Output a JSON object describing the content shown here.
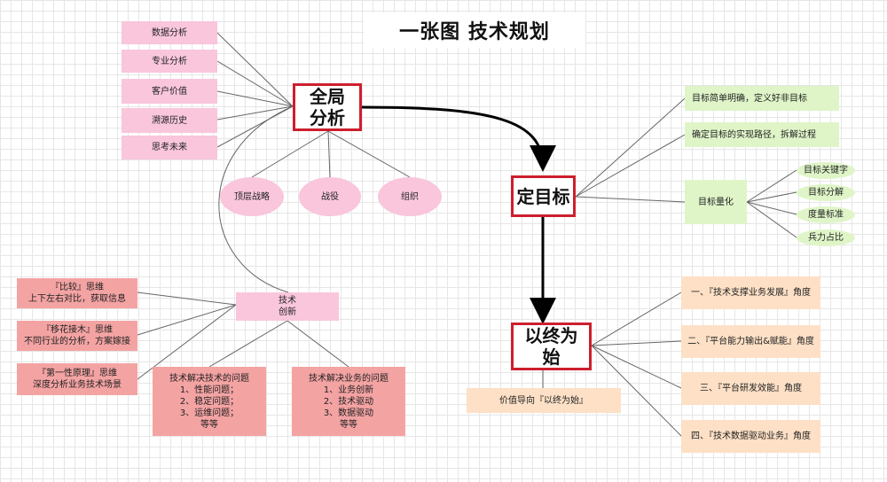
{
  "title": "一张图 技术规划",
  "hubs": {
    "global": "全局\n分析",
    "goal": "定目标",
    "end": "以终为\n始"
  },
  "global_branches": [
    "数据分析",
    "专业分析",
    "客户价值",
    "溯源历史",
    "思考未来"
  ],
  "global_ovals": [
    "顶层战略",
    "战役",
    "组织"
  ],
  "innovation": {
    "label": "技术\n创新",
    "thinking": [
      "『比较』思维\n上下左右对比，获取信息",
      "『移花接木』思维\n不同行业的分析，方案嫁接",
      "『第一性原理』思维\n深度分析业务技术场景"
    ],
    "solve_tech": "技术解决技术的问题\n1、性能问题；\n2、稳定问题；\n3、运维问题；\n等等",
    "solve_business": "技术解决业务的问题\n1、业务创新\n2、技术驱动\n3、数据驱动\n等等"
  },
  "goal_branches": {
    "items": [
      "目标简单明确，定义好非目标",
      "确定目标的实现路径，拆解过程"
    ],
    "quantify": "目标量化",
    "quantify_items": [
      "目标关键字",
      "目标分解",
      "度量标准",
      "兵力占比"
    ]
  },
  "end_branches": {
    "value": "价值导向『以终为始』",
    "angles": [
      "一、『技术支撑业务发展』角度",
      "二、『平台能力输出&赋能』角度",
      "三、『平台研发效能』角度",
      "四、『技术数据驱动业务』角度"
    ]
  },
  "colors": {
    "hub_border": "#cc1f2e",
    "pink": "#f9c6dc",
    "green": "#dff5c8",
    "salmon": "#f4a3a3",
    "peach": "#fde0c6",
    "line": "#666666",
    "arrow": "#000000"
  }
}
